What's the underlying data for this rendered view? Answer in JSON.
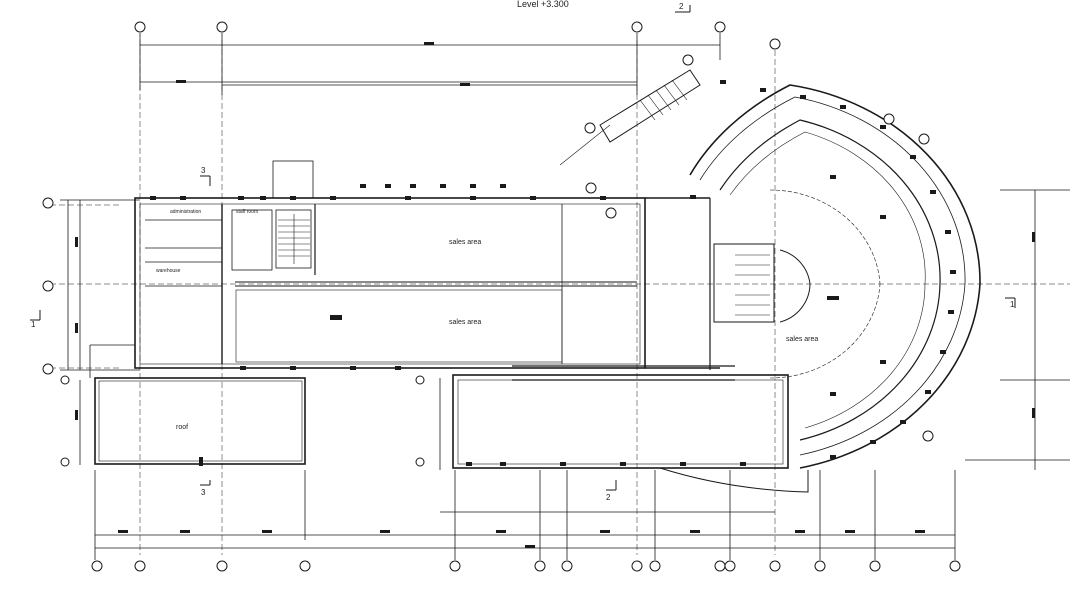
{
  "title": "Level +3.300",
  "rooms": {
    "administration": "administration",
    "staff_room": "staff room",
    "warehouse": "warehouse",
    "sales_area_1": "sales area",
    "sales_area_2": "sales area",
    "sales_area_3": "sales area",
    "roof": "roof"
  },
  "section_marks": {
    "top_2": "2",
    "bottom_2": "2",
    "top_3": "3",
    "bottom_3": "3",
    "left_1": "1",
    "right_1": "1"
  },
  "colors": {
    "line": "#1a1a1a",
    "paper": "#ffffff"
  }
}
